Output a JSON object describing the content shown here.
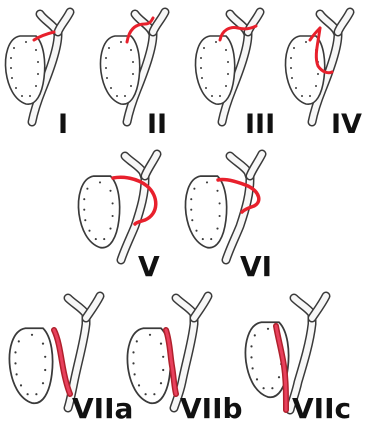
{
  "colors": {
    "ink": "#3a3a3a",
    "duct_fill": "#f7f7f7",
    "accent": "#e8202c",
    "accent_dark": "#b0202c",
    "label": "#111111"
  },
  "variants": [
    {
      "id": "I",
      "label": "I"
    },
    {
      "id": "II",
      "label": "II"
    },
    {
      "id": "III",
      "label": "III"
    },
    {
      "id": "IV",
      "label": "IV"
    },
    {
      "id": "V",
      "label": "V"
    },
    {
      "id": "VI",
      "label": "VI"
    },
    {
      "id": "VIIa",
      "label": "VIIa"
    },
    {
      "id": "VIIb",
      "label": "VIIb"
    },
    {
      "id": "VIIc",
      "label": "VIIc"
    }
  ]
}
